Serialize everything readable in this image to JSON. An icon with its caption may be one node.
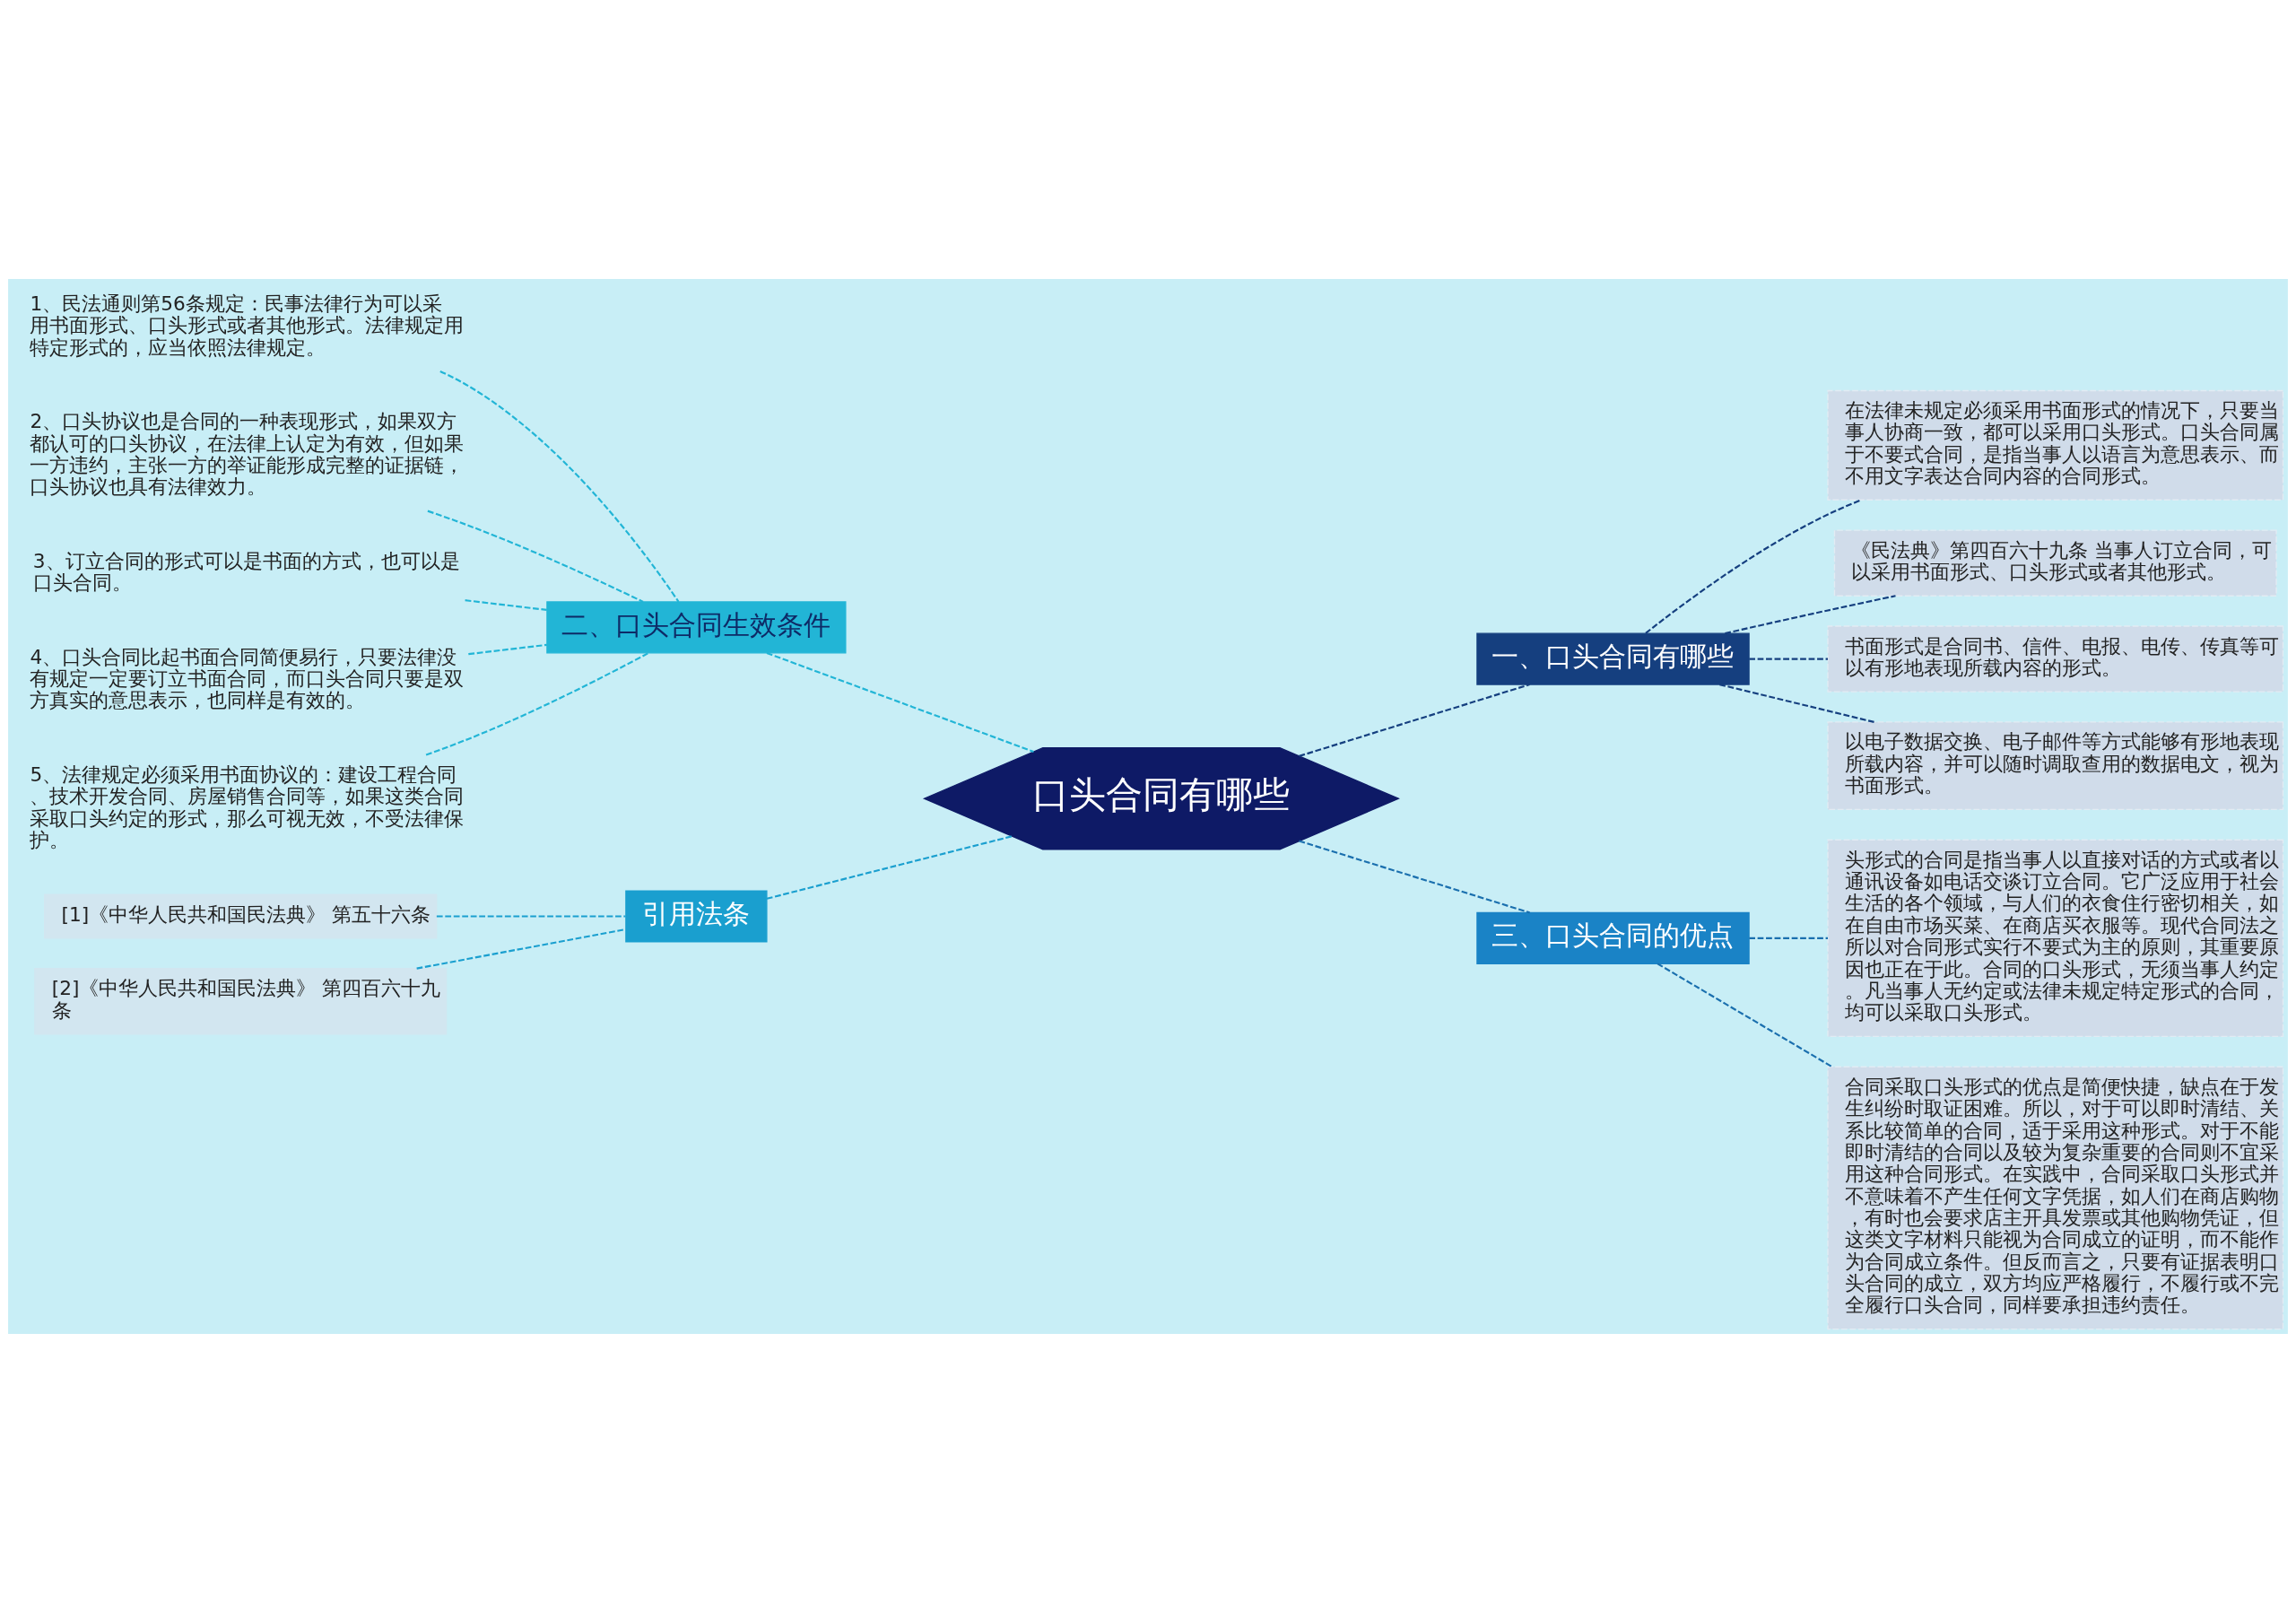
{
  "diagram": {
    "nodes": [
      {
        "text": [
          "口头合同有哪些"
        ]
      },
      {
        "text": [
          "二、口头合同生效条件"
        ]
      },
      {
        "text": [
          "1、民法通则第56条规定：民事法律行为可以采用书面形式、口头形式或者其他形式。法律规定用特定形式的，应当依照法律规定。"
        ]
      },
      {
        "text": [
          "2、口头协议也是合同的一种表现形式，如果双方都认可的口头协议，在法律上认定为有效，但如果一方违约，主张一方的举证能形成完整的证据链，口头协议也具有法律效力。"
        ]
      },
      {
        "text": [
          "3、订立合同的形式可以是书面的方式，也可以是口头合同。"
        ]
      },
      {
        "text": [
          "4、口头合同比起书面合同简便易行，只要法律没有规定一定要订立书面合同，而口头合同只要是双方真实的意思表示，也同样是有效的。"
        ]
      },
      {
        "text": [
          "5、法律规定必须采用书面协议的：建设工程合同、技术开发合同、房屋销售合同等，如果这类合同采取口头约定的形式，那么可视无效，不受法律保护。"
        ]
      },
      {
        "text": [
          "引用法条"
        ]
      },
      {
        "text": [
          "[1]《中华人民共和国民法典》 第五十六条"
        ]
      },
      {
        "text": [
          "[2]《中华人民共和国民法典》 第四百六十九条"
        ]
      },
      {
        "text": [
          "一、口头合同有哪些"
        ]
      },
      {
        "text": [
          "在法律未规定必须采用书面形式的情况下，只要当事人协商一致，都可以采用口头形式。口头合同属于不要式合同，是指当事人以语言为意思表示、而不用文字表达合同内容的合同形式。"
        ]
      },
      {
        "text": [
          "《民法典》第四百六十九条 当事人订立合同，可以采用书面形式、口头形式或者其他形式。"
        ]
      },
      {
        "text": [
          "书面形式是合同书、信件、电报、电传、传真等可以有形地表现所载内容的形式。"
        ]
      },
      {
        "text": [
          "以电子数据交换、电子邮件等方式能够有形地表现所载内容，并可以随时调取查用的数据电文，视为书面形式。"
        ]
      },
      {
        "text": [
          "三、口头合同的优点"
        ]
      },
      {
        "text": [
          "头形式的合同是指当事人以直接对话的方式或者以通讯设备如电话交谈订立合同。它广泛应用于社会生活的各个领域，与人们的衣食住行密切相关，如在自由市场买菜、在商店买衣服等。现代合同法之所以对合同形式实行不要式为主的原则，其重要原因也正在于此。合同的口头形式，无须当事人约定。凡当事人无约定或法律未规定特定形式的合同，均可以采取口头形式。"
        ]
      },
      {
        "text": [
          "合同采取口头形式的优点是简便快捷，缺点在于发生纠纷时取证困难。所以，对于可以即时清结、关系比较简单的合同，适于采用这种形式。对于不能即时清结的合同以及较为复杂重要的合同则不宜采用这种合同形式。在实践中，合同采取口头形式并不意味着不产生任何文字凭据，如人们在商店购物，有时也会要求店主开具发票或其他购物凭证，但这类文字材料只能视为合同成立的证明，而不能作为合同成立条件。但反而言之，只要有证据表明口头合同的成立，双方均应严格履行，不履行或不完全履行口头合同，同样要承担违约责任。"
        ]
      }
    ],
    "edges": [
      {
        "from": 0,
        "to": 1,
        "arrow": "none",
        "style": "dashed"
      },
      {
        "from": 1,
        "to": 2,
        "arrow": "none",
        "style": "dashed"
      },
      {
        "from": 1,
        "to": 3,
        "arrow": "none",
        "style": "dashed"
      },
      {
        "from": 1,
        "to": 4,
        "arrow": "none",
        "style": "dashed"
      },
      {
        "from": 1,
        "to": 5,
        "arrow": "none",
        "style": "dashed"
      },
      {
        "from": 1,
        "to": 6,
        "arrow": "none",
        "style": "dashed"
      },
      {
        "from": 0,
        "to": 7,
        "arrow": "none",
        "style": "dashed",
        "color": "#1a9fcf"
      },
      {
        "from": 7,
        "to": 8,
        "arrow": "none",
        "style": "dashed",
        "color": "#1a9fcf"
      },
      {
        "from": 7,
        "to": 9,
        "arrow": "none",
        "style": "dashed",
        "color": "#1a9fcf"
      },
      {
        "from": 0,
        "to": 10,
        "arrow": "none",
        "style": "dashed",
        "color": "#153f7f"
      },
      {
        "from": 10,
        "to": 11,
        "arrow": "none",
        "style": "dashed",
        "color": "#153f7f"
      },
      {
        "from": 10,
        "to": 12,
        "arrow": "none",
        "style": "dashed",
        "color": "#153f7f"
      },
      {
        "from": 10,
        "to": 13,
        "arrow": "none",
        "style": "dashed",
        "color": "#153f7f"
      },
      {
        "from": 10,
        "to": 14,
        "arrow": "none",
        "style": "dashed",
        "color": "#153f7f"
      },
      {
        "from": 0,
        "to": 15,
        "arrow": "none",
        "style": "dashed",
        "color": "#1a6fae"
      },
      {
        "from": 15,
        "to": 16,
        "arrow": "none",
        "style": "dashed",
        "color": "#1a6fae"
      },
      {
        "from": 15,
        "to": 17,
        "arrow": "none",
        "style": "dashed",
        "color": "#1a6fae"
      }
    ]
  }
}
